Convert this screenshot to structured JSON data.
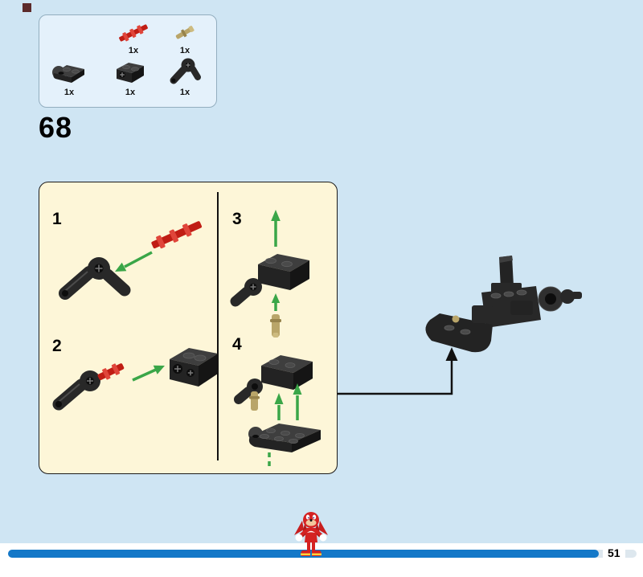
{
  "colors": {
    "page-bg": "#cfe5f3",
    "footer-bg": "#ffffff",
    "parts-box-bg": "#e4f1fb",
    "parts-box-border": "#93aebf",
    "panel-bg": "#fdf6d8",
    "panel-border": "#1a1a1a",
    "arrow-green": "#3aa648",
    "axle-red": "#c01d14",
    "pin-tan": "#b9a569",
    "piece-black": "#262626",
    "progress-blue": "#1478c8",
    "progress-track": "#dde7ee",
    "character-red": "#d42222"
  },
  "header": {
    "step_number": "68"
  },
  "parts_box": {
    "items": [
      {
        "part": "axle-2-red",
        "count": "1x"
      },
      {
        "part": "pin-tan",
        "count": "1x"
      },
      {
        "part": "plate-2x3-rounded-black",
        "count": "1x"
      },
      {
        "part": "brick-1x2-axle-black",
        "count": "1x"
      },
      {
        "part": "connector-angled-black",
        "count": "1x"
      }
    ]
  },
  "substeps": [
    {
      "number": "1"
    },
    {
      "number": "2"
    },
    {
      "number": "3"
    },
    {
      "number": "4"
    }
  ],
  "footer": {
    "page_number": "51"
  }
}
